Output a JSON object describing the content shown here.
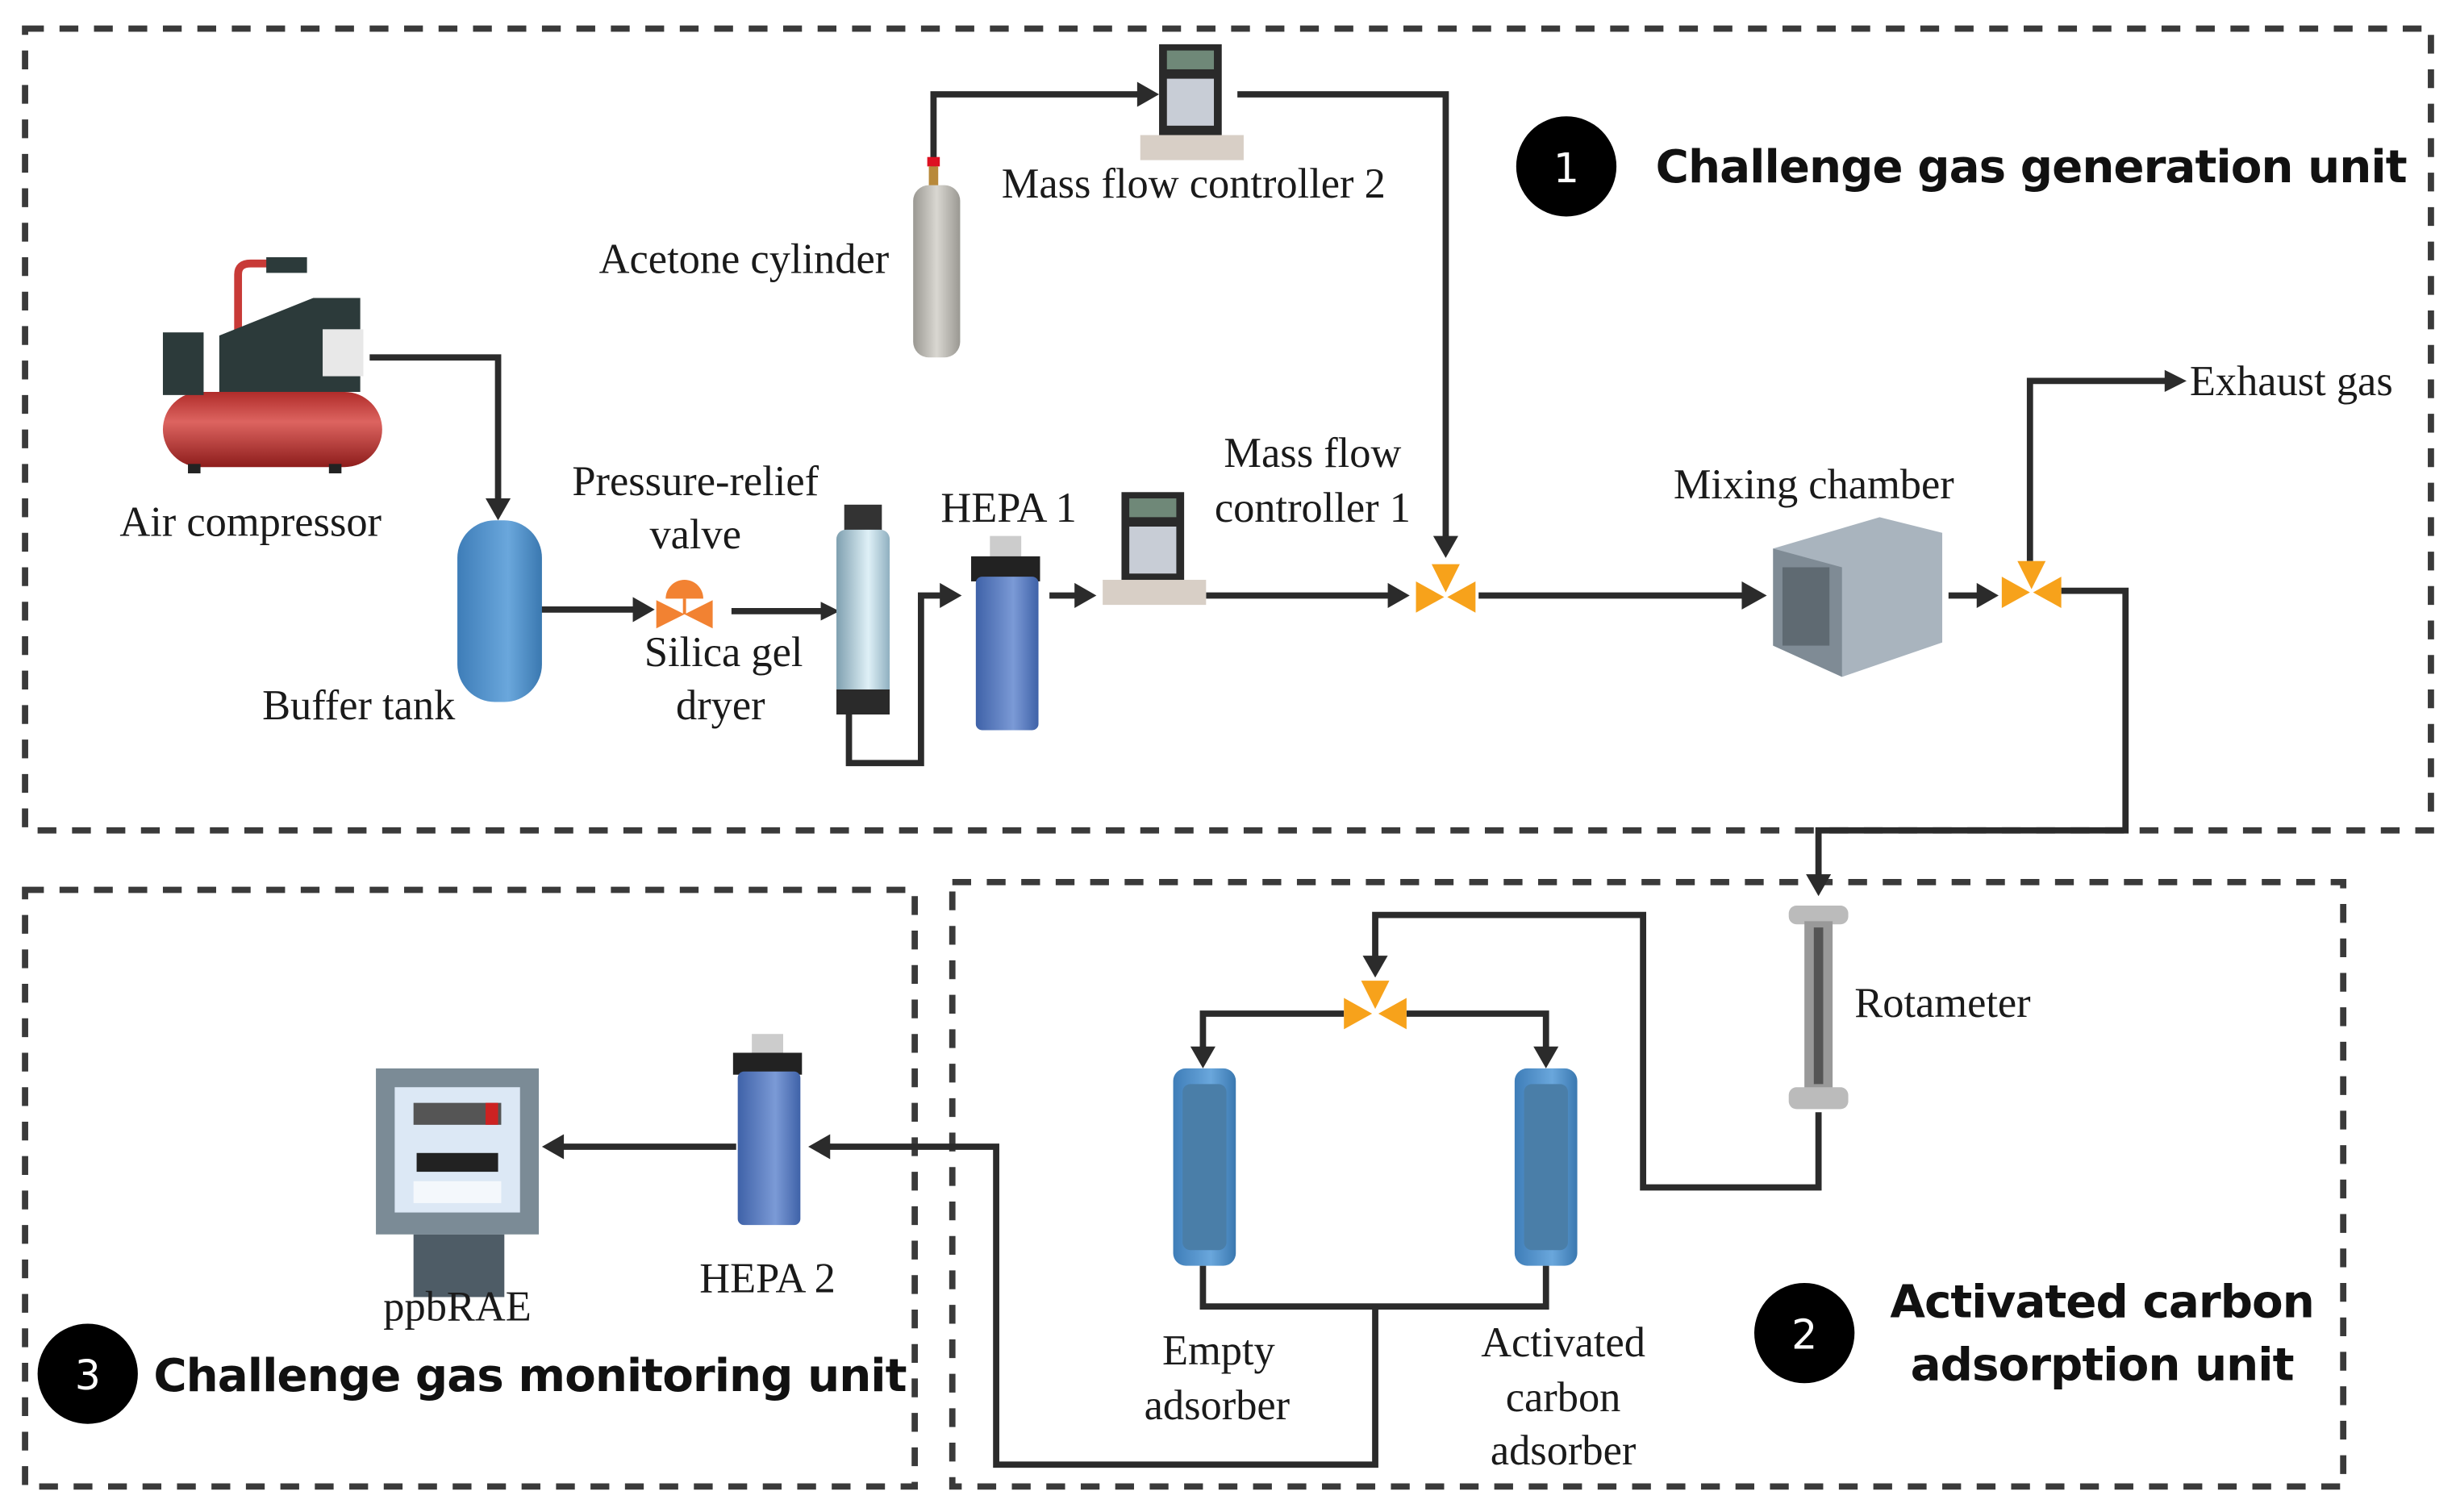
{
  "units": [
    {
      "number": "1",
      "title": "Challenge gas generation unit"
    },
    {
      "number": "2",
      "title_line1": "Activated carbon",
      "title_line2": "adsorption unit"
    },
    {
      "number": "3",
      "title": "Challenge gas monitoring unit"
    }
  ],
  "components": {
    "air_compressor": "Air compressor",
    "buffer_tank": "Buffer tank",
    "pressure_relief_valve_line1": "Pressure-relief",
    "pressure_relief_valve_line2": "valve",
    "silica_gel_dryer_line1": "Silica gel",
    "silica_gel_dryer_line2": "dryer",
    "hepa1": "HEPA 1",
    "mfc1_line1": "Mass flow",
    "mfc1_line2": "controller 1",
    "acetone_cylinder": "Acetone cylinder",
    "mfc2": "Mass flow controller 2",
    "mixing_chamber": "Mixing chamber",
    "exhaust_gas": "Exhaust gas",
    "rotameter": "Rotameter",
    "empty_adsorber_line1": "Empty",
    "empty_adsorber_line2": "adsorber",
    "ac_adsorber_line1": "Activated",
    "ac_adsorber_line2": "carbon",
    "ac_adsorber_line3": "adsorber",
    "hepa2": "HEPA 2",
    "ppbrae": "ppbRAE"
  },
  "colors": {
    "valve": "#f7a21b",
    "pipe": "#2b2b2b",
    "tank_blue": "#4f8fc7",
    "compressor_red": "#c83a37"
  }
}
